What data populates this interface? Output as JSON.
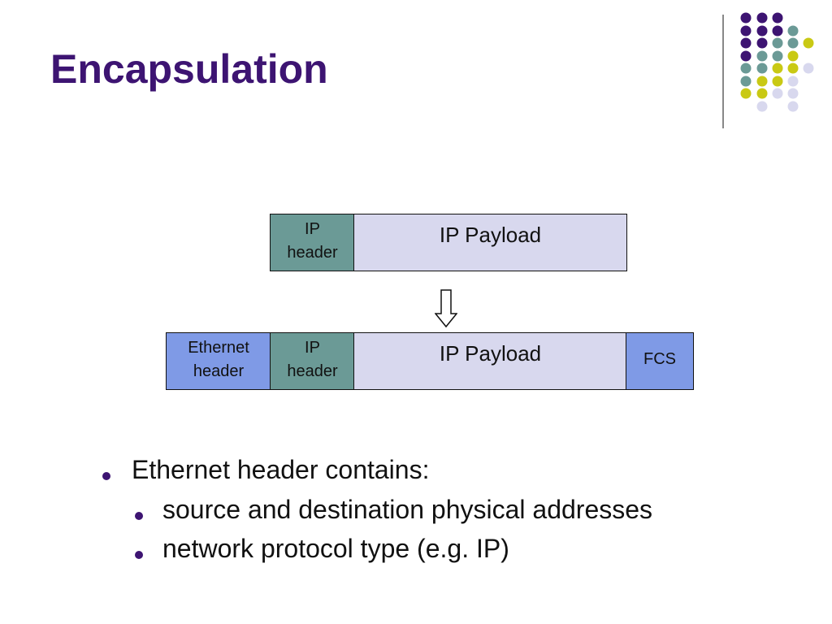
{
  "slide": {
    "title": "Encapsulation"
  },
  "diagram": {
    "top_row": {
      "ip_header": "IP\nheader",
      "ip_payload": "IP Payload"
    },
    "bottom_row": {
      "ethernet_header": "Ethernet\nheader",
      "ip_header": "IP\nheader",
      "ip_payload": "IP Payload",
      "fcs": "FCS"
    }
  },
  "bullets": {
    "main": "Ethernet header contains:",
    "sub": [
      "source and destination physical addresses",
      "network protocol type (e.g. IP)"
    ]
  },
  "colors": {
    "title": "#3d1472",
    "header_teal": "#6b9a96",
    "payload_lavender": "#d8d8ee",
    "ethernet_blue": "#7f9ae6",
    "deco_purple": "#3d1472",
    "deco_teal": "#6b9a96",
    "deco_yellow": "#c9c914",
    "deco_lavender": "#d8d8ee"
  }
}
